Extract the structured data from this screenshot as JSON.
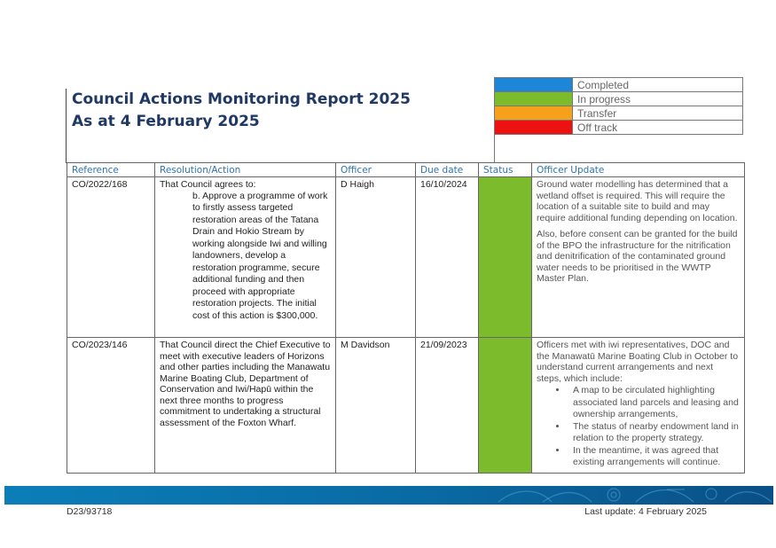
{
  "header": {
    "title_line1": "Council Actions Monitoring Report 2025",
    "title_line2": "As at 4 February 2025"
  },
  "legend": [
    {
      "label": "Completed",
      "color": "#1e86d6"
    },
    {
      "label": "In progress",
      "color": "#7cbb2c"
    },
    {
      "label": "Transfer",
      "color": "#f7a01b"
    },
    {
      "label": "Off track",
      "color": "#ee1111"
    }
  ],
  "table": {
    "columns": [
      "Reference",
      "Resolution/Action",
      "Officer",
      "Due date",
      "Status",
      "Officer Update"
    ],
    "rows": [
      {
        "reference": "CO/2022/168",
        "resolution_intro": "That Council agrees to:",
        "resolution_body": "b. Approve a programme of work to firstly assess targeted restoration areas of the Tatana Drain and Hokio Stream by working alongside Iwi and willing landowners, develop a restoration programme, secure additional funding and then proceed with appropriate restoration projects. The initial cost of this action is $300,000.",
        "officer": "D Haigh",
        "due_date": "16/10/2024",
        "status": "In progress",
        "status_color": "#7cbb2c",
        "update_p1": "Ground water modelling has determined that a wetland offset is required. This will require the location of a suitable site to build and may require additional funding depending on location.",
        "update_p2": "Also, before consent can be granted for the build of the BPO the infrastructure for the nitrification and denitrification of the contaminated ground water needs to be prioritised in the WWTP Master Plan."
      },
      {
        "reference": "CO/2023/146",
        "resolution": "That Council direct the Chief Executive to meet with executive leaders of Horizons and other parties including the Manawatu Marine Boating Club, Department of Conservation and Iwi/Hapū within the next three months to progress commitment to undertaking a structural assessment of the Foxton Wharf.",
        "officer": "M Davidson",
        "due_date": "21/09/2023",
        "status": "In progress",
        "status_color": "#7cbb2c",
        "update_p1": "Officers met with iwi representatives, DOC and the Manawatū Marine Boating Club in October to understand current arrangements and next steps, which include:",
        "update_bullets": [
          "A map to be circulated highlighting associated land parcels and leasing and ownership arrangements,",
          "The status of nearby endowment land in relation to the property strategy.",
          "In the meantime, it was agreed that existing arrangements will continue."
        ]
      }
    ]
  },
  "footer": {
    "doc_ref": "D23/93718",
    "last_update": "Last update: 4 February 2025"
  }
}
